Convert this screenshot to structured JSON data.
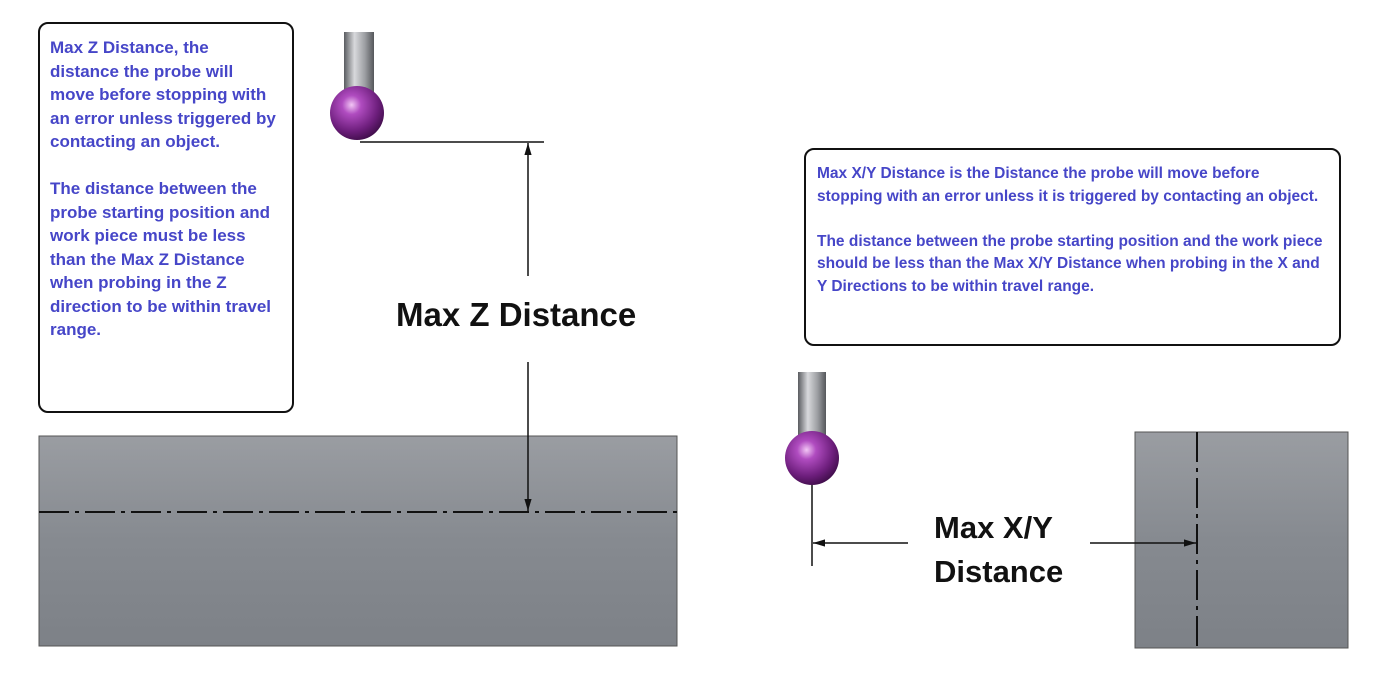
{
  "callout_z": {
    "paragraph1": "Max Z Distance, the distance the probe will move before stopping with an error unless triggered by contacting an object.",
    "paragraph2": "The distance between the probe starting position and work piece must be less than the Max Z Distance when probing in the Z direction to be within travel range."
  },
  "callout_xy": {
    "paragraph1": "Max X/Y Distance is the Distance the probe will move before stopping with an error unless it is triggered by contacting an object.",
    "paragraph2": "The distance between the probe starting position and the work piece should be less than the Max X/Y Distance when probing in the X and Y Directions to be within travel range."
  },
  "dimension_z": {
    "label": "Max Z Distance"
  },
  "dimension_xy": {
    "label_line1": "Max X/Y",
    "label_line2": "Distance"
  },
  "colors": {
    "callout_text": "#4646c8",
    "probe_tip": "#8a2a9a",
    "workpiece": "#8c8f94",
    "dimension": "#111111"
  }
}
